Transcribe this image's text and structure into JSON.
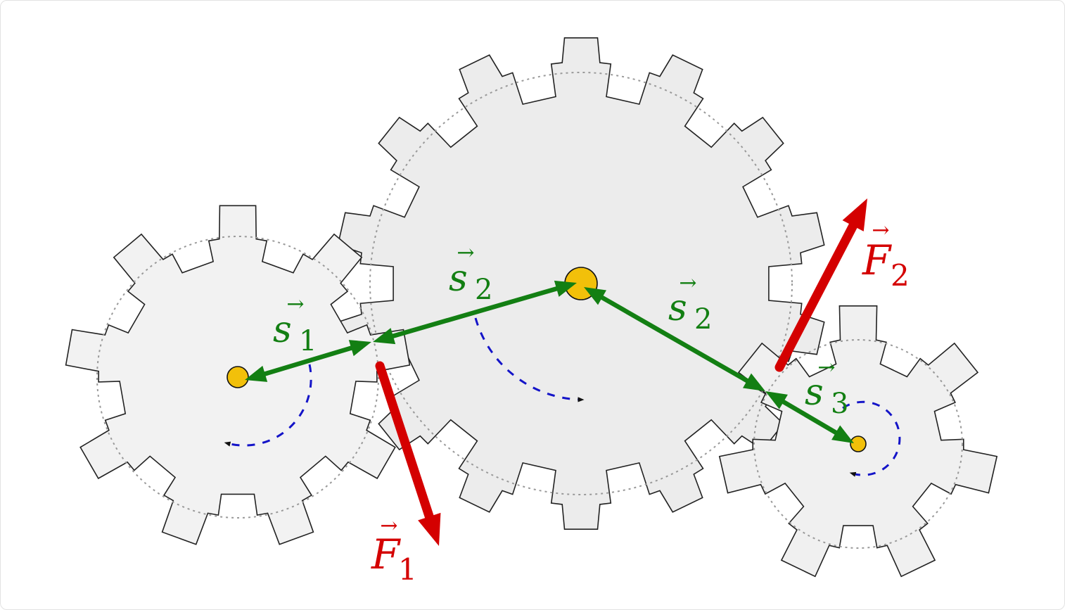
{
  "labels": {
    "s1": {
      "base": "s",
      "sub": "1"
    },
    "s2a": {
      "base": "s",
      "sub": "2"
    },
    "s2b": {
      "base": "s",
      "sub": "2"
    },
    "s3": {
      "base": "s",
      "sub": "3"
    },
    "F1": {
      "base": "F",
      "sub": "1"
    },
    "F2": {
      "base": "F",
      "sub": "2"
    }
  },
  "colors": {
    "force": "#d40000",
    "displacement": "#137f13",
    "rotation": "#1414c8",
    "axle": "#f2c00a",
    "gear_light": "#f2f2f2",
    "gear_mid": "#ececec",
    "gear_right": "#f0f0f0"
  },
  "gears": [
    {
      "name": "left-gear",
      "teeth": 9
    },
    {
      "name": "middle-gear",
      "teeth": 14
    },
    {
      "name": "right-gear",
      "teeth": 7
    }
  ],
  "icons": [
    "axle-icon",
    "rotation-arrow-icon",
    "vector-arrow-icon"
  ]
}
